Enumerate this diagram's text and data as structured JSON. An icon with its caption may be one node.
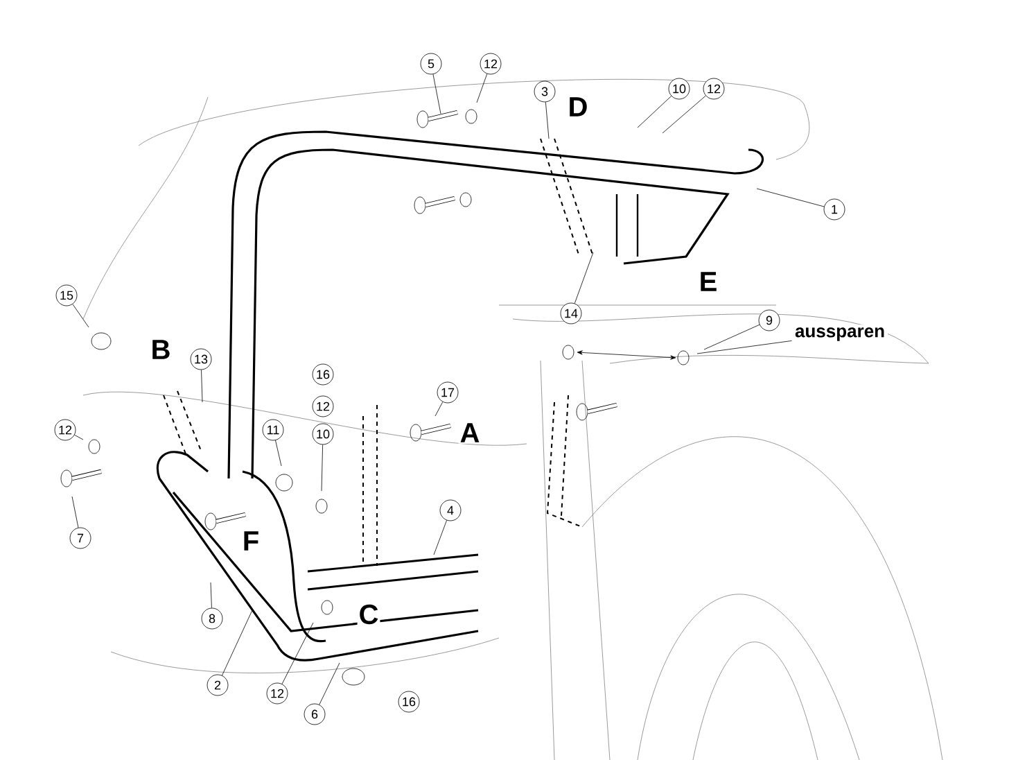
{
  "diagram": {
    "nodes": [
      {
        "text": [
          "5"
        ]
      },
      {
        "text": [
          "12"
        ]
      },
      {
        "text": [
          "3"
        ]
      },
      {
        "text": [
          "10"
        ]
      },
      {
        "text": [
          "12"
        ]
      },
      {
        "text": [
          "1"
        ]
      },
      {
        "text": [
          "14"
        ]
      },
      {
        "text": [
          "9"
        ]
      },
      {
        "text": [
          "15"
        ]
      },
      {
        "text": [
          "13"
        ]
      },
      {
        "text": [
          "16"
        ]
      },
      {
        "text": [
          "12"
        ]
      },
      {
        "text": [
          "10"
        ]
      },
      {
        "text": [
          "17"
        ]
      },
      {
        "text": [
          "11"
        ]
      },
      {
        "text": [
          "12"
        ]
      },
      {
        "text": [
          "7"
        ]
      },
      {
        "text": [
          "4"
        ]
      },
      {
        "text": [
          "8"
        ]
      },
      {
        "text": [
          "2"
        ]
      },
      {
        "text": [
          "12"
        ]
      },
      {
        "text": [
          "6"
        ]
      },
      {
        "text": [
          "16"
        ]
      },
      {
        "text": [
          "aussparen"
        ]
      }
    ],
    "edges": [
      {
        "from": 0,
        "to": null,
        "arrow": "none"
      },
      {
        "from": 1,
        "to": null,
        "arrow": "none"
      },
      {
        "from": 2,
        "to": null,
        "arrow": "none"
      },
      {
        "from": 3,
        "to": null,
        "arrow": "none"
      },
      {
        "from": 4,
        "to": null,
        "arrow": "none"
      },
      {
        "from": 5,
        "to": null,
        "arrow": "none"
      },
      {
        "from": 6,
        "to": null,
        "arrow": "none"
      },
      {
        "from": 7,
        "to": null,
        "arrow": "none"
      },
      {
        "from": 8,
        "to": null,
        "arrow": "none"
      },
      {
        "from": 9,
        "to": null,
        "arrow": "none"
      },
      {
        "from": 12,
        "to": null,
        "arrow": "none"
      },
      {
        "from": 13,
        "to": null,
        "arrow": "none"
      },
      {
        "from": 14,
        "to": null,
        "arrow": "none"
      },
      {
        "from": 15,
        "to": null,
        "arrow": "none"
      },
      {
        "from": 16,
        "to": null,
        "arrow": "none"
      },
      {
        "from": 17,
        "to": null,
        "arrow": "none"
      },
      {
        "from": 18,
        "to": null,
        "arrow": "none"
      },
      {
        "from": 19,
        "to": null,
        "arrow": "none"
      },
      {
        "from": 20,
        "to": null,
        "arrow": "none"
      },
      {
        "from": 21,
        "to": null,
        "arrow": "none"
      },
      {
        "from": 23,
        "to": null,
        "arrow": "none"
      }
    ],
    "labels": [
      "D",
      "E",
      "B",
      "A",
      "F",
      "C"
    ]
  }
}
